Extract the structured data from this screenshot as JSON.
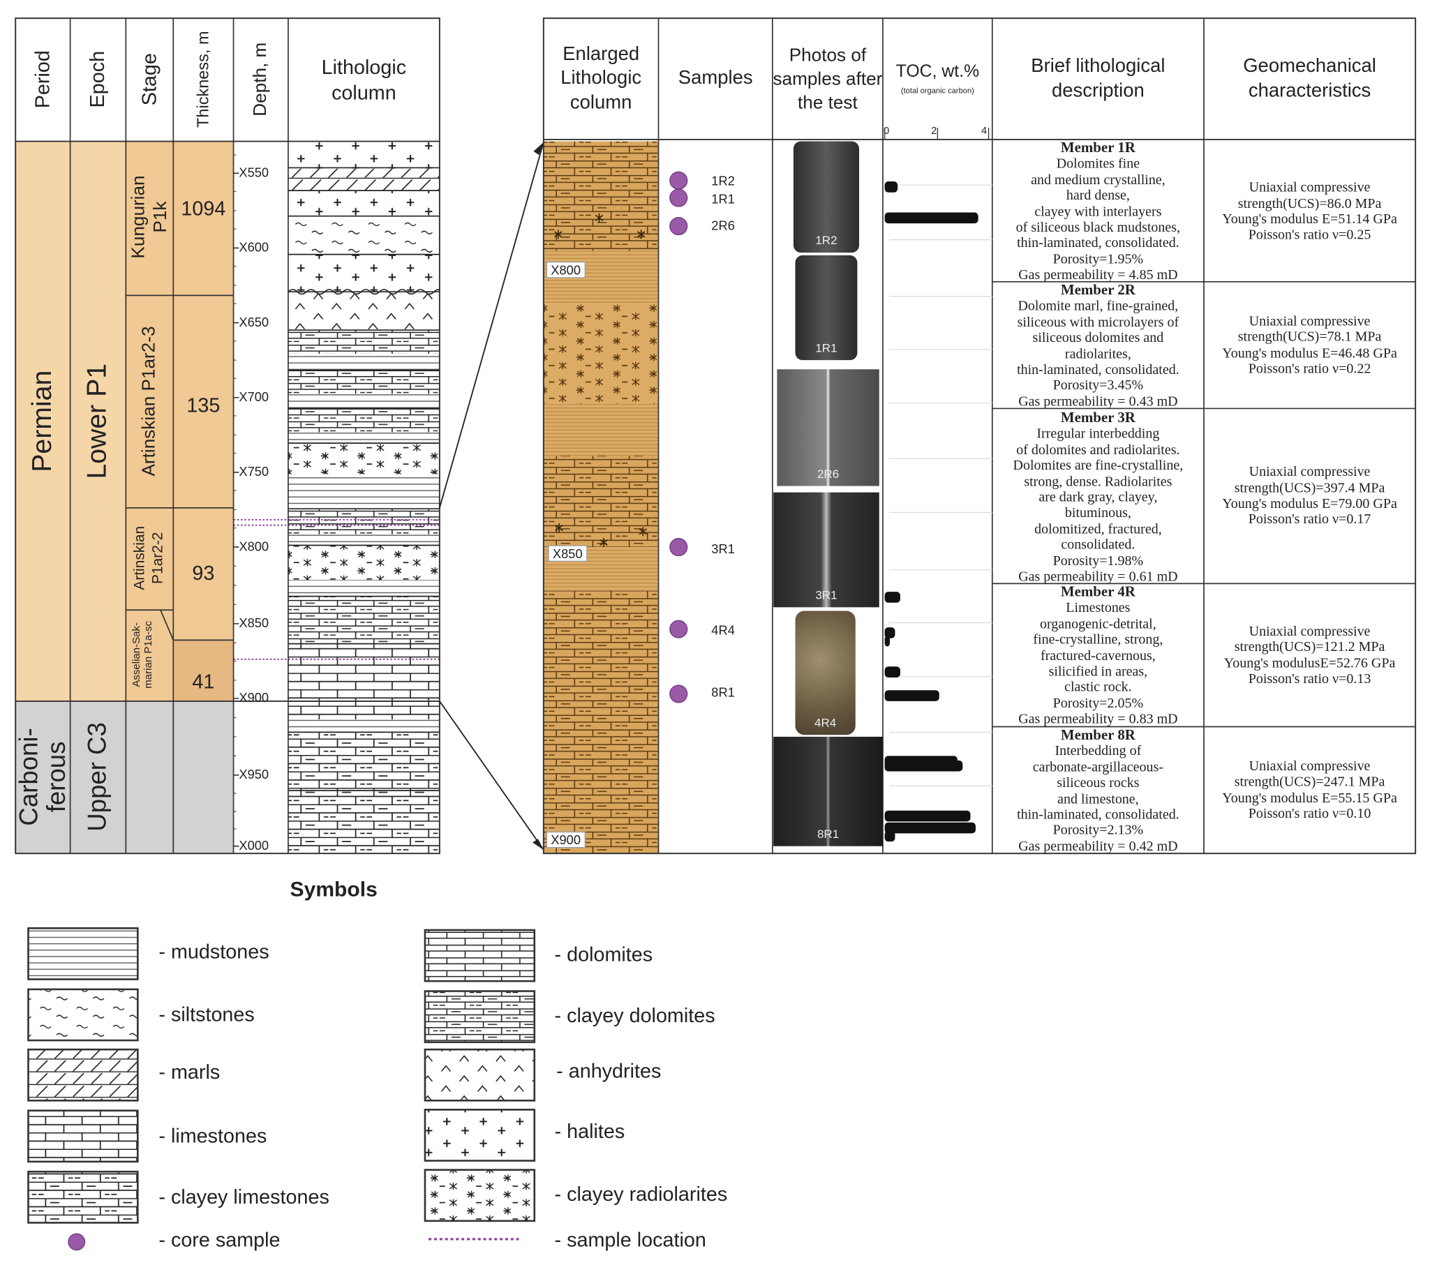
{
  "headers": {
    "period": "Period",
    "epoch": "Epoch",
    "stage": "Stage",
    "thickness": "Thickness, m",
    "depth": "Depth, m",
    "litho": "Lithologic column",
    "enlarged": "Enlarged Lithologic column",
    "samples": "Samples",
    "photos": "Photos of samples after the test",
    "toc": "TOC, wt.%",
    "toc_sub": "(total organic carbon)",
    "brief": "Brief lithological description",
    "geomech": "Geomechanical characteristics"
  },
  "periods": [
    "Permian",
    "Carboni-ferous"
  ],
  "epochs": [
    "Lower P1",
    "Upper C3"
  ],
  "stages": [
    "Kungurian P1k",
    "Artinskian P1ar2-3",
    "Artinskian P1ar2-2",
    "Asselian-Sak-marian P1a-sc"
  ],
  "thicknesses": [
    "1094",
    "135",
    "93",
    "41"
  ],
  "depth_ticks": [
    "X550",
    "X600",
    "X650",
    "X700",
    "X750",
    "X800",
    "X850",
    "X900",
    "X950",
    "X000"
  ],
  "enlarged_depths": [
    "X800",
    "X850",
    "X900"
  ],
  "samples": [
    "1R2",
    "1R1",
    "2R6",
    "3R1",
    "4R4",
    "8R1"
  ],
  "photo_labels": [
    "1R2",
    "1R1",
    "2R6",
    "3R1",
    "4R4",
    "8R1"
  ],
  "toc_axis": {
    "ticks": [
      "0",
      "2",
      "4"
    ],
    "range": [
      0,
      4
    ]
  },
  "toc_bars": [
    {
      "value": 0.5
    },
    {
      "value": 3.6
    },
    {
      "value": 0.6
    },
    {
      "value": 0.4
    },
    {
      "value": 0.2
    },
    {
      "value": 0.6
    },
    {
      "value": 2.1
    },
    {
      "value": 2.8
    },
    {
      "value": 3.0
    },
    {
      "value": 3.3
    },
    {
      "value": 3.5
    },
    {
      "value": 0.4
    }
  ],
  "members": [
    {
      "title": "Member 1R",
      "desc": [
        "Dolomites fine",
        "and medium crystalline,",
        "hard dense,",
        "clayey with interlayers",
        "of siliceous black mudstones,",
        "thin-laminated, consolidated.",
        "Porosity=1.95%",
        "Gas permeability = 4.85 mD"
      ],
      "geo": [
        "Uniaxial compressive",
        "strength(UCS)=86.0 MPa",
        "Young's modulus E=51.14 GPa",
        "Poisson's ratio ν=0.25"
      ]
    },
    {
      "title": "Member 2R",
      "desc": [
        "Dolomite marl, fine-grained,",
        "siliceous with microlayers of",
        "siliceous dolomites and",
        "radiolarites,",
        "thin-laminated, consolidated.",
        "Porosity=3.45%",
        "Gas permeability = 0.43 mD"
      ],
      "geo": [
        "Uniaxial compressive",
        "strength(UCS)=78.1 MPa",
        "Young's modulus E=46.48 GPa",
        "Poisson's ratio ν=0.22"
      ]
    },
    {
      "title": "Member 3R",
      "desc": [
        "Irregular interbedding",
        "of dolomites and radiolarites.",
        "Dolomites are fine-crystalline,",
        "strong, dense. Radiolarites",
        "are dark gray, clayey,",
        "bituminous,",
        "dolomitized, fractured,",
        "consolidated.",
        "Porosity=1.98%",
        "Gas permeability = 0.61 mD"
      ],
      "geo": [
        "Uniaxial compressive",
        "strength(UCS)=397.4 MPa",
        "Young's modulus E=79.00 GPa",
        "Poisson's ratio ν=0.17"
      ]
    },
    {
      "title": "Member 4R",
      "desc": [
        "Limestones",
        "organogenic-detrital,",
        "fine-crystalline, strong,",
        "fractured-cavernous,",
        "silicified in areas,",
        "clastic rock.",
        "Porosity=2.05%",
        "Gas permeability = 0.83 mD"
      ],
      "geo": [
        "Uniaxial compressive",
        "strength(UCS)=121.2 MPa",
        "Young's modulusE=52.76 GPa",
        "Poisson's ratio ν=0.13"
      ]
    },
    {
      "title": "Member 8R",
      "desc": [
        "Interbedding of",
        "carbonate-argillaceous-",
        "siliceous rocks",
        "and limestone,",
        "thin-laminated, consolidated.",
        "Porosity=2.13%",
        "Gas permeability = 0.42 mD"
      ],
      "geo": [
        "Uniaxial compressive",
        "strength(UCS)=247.1 MPa",
        "Young's modulus E=55.15 GPa",
        "Poisson's ratio ν=0.10"
      ]
    }
  ],
  "legend": {
    "title": "Symbols",
    "items": [
      "- mudstones",
      "- siltstones",
      "- marls",
      "- limestones",
      "- clayey limestones",
      "- core sample",
      "- dolomites",
      "- clayey dolomites",
      "- anhydrites",
      "- halites",
      "- clayey radiolarites",
      "- sample location"
    ]
  },
  "colors": {
    "permian": "#f5d6a8",
    "stage_fill": "#f0c994",
    "carbon": "#d2d2d2",
    "enlarged": "#d9a65e",
    "sample": "#9a5aa8"
  }
}
